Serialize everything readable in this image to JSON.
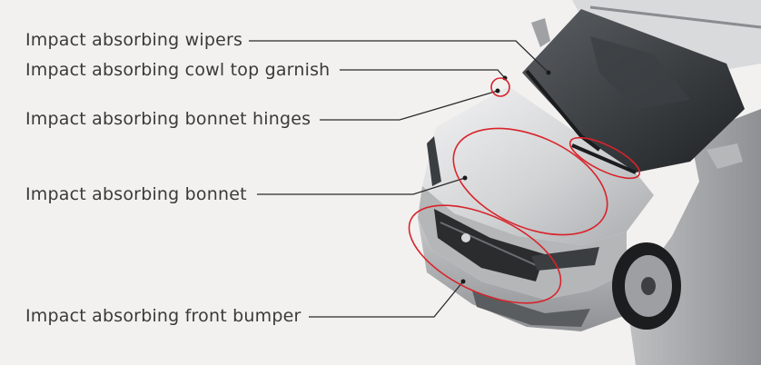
{
  "labels": {
    "wipers": "Impact absorbing wipers",
    "cowl": "Impact absorbing cowl top garnish",
    "hinges": "Impact absorbing bonnet hinges",
    "bonnet": "Impact absorbing bonnet",
    "bumper": "Impact absorbing front bumper"
  },
  "colors": {
    "background": "#f2f1f0",
    "label_text": "#3a3a3a",
    "leader_line": "#2b2b2b",
    "highlight_ring": "#d8232a",
    "car_body": "#c9cacc"
  }
}
